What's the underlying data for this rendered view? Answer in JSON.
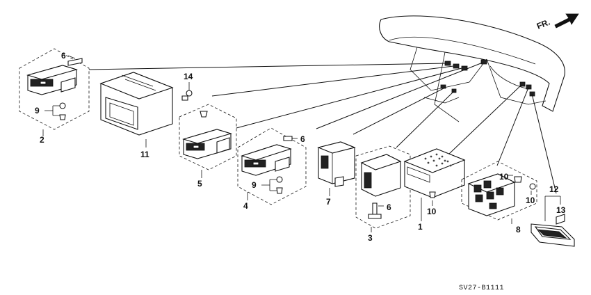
{
  "direction_label": "FR.",
  "diagram_code": "SV27-B1111",
  "callouts": {
    "c1": "1",
    "c2": "2",
    "c3": "3",
    "c4": "4",
    "c5": "5",
    "c6a": "6",
    "c6b": "6",
    "c6c": "6",
    "c7": "7",
    "c8": "8",
    "c9a": "9",
    "c9b": "9",
    "c10a": "10",
    "c10b": "10",
    "c10c": "10",
    "c11": "11",
    "c12": "12",
    "c13": "13",
    "c14": "14"
  },
  "icons": {
    "direction_arrow": "arrow-up-right-icon"
  }
}
